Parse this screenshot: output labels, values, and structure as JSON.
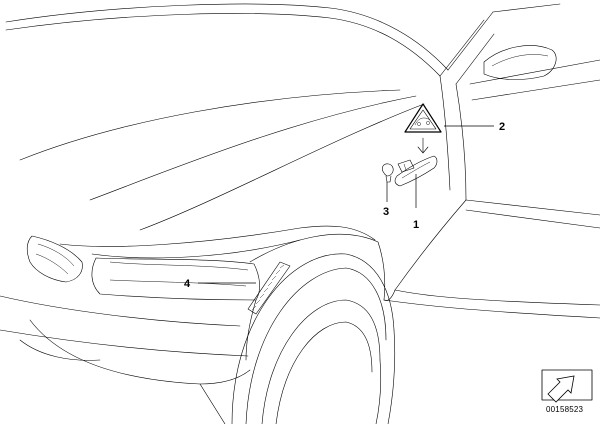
{
  "callouts": [
    {
      "label": "1"
    },
    {
      "label": "2"
    },
    {
      "label": "3"
    },
    {
      "label": "4"
    }
  ],
  "diagram_id": "00158523",
  "icons": {
    "warning": "warning-triangle-icon",
    "nav": "arrow-icon"
  }
}
